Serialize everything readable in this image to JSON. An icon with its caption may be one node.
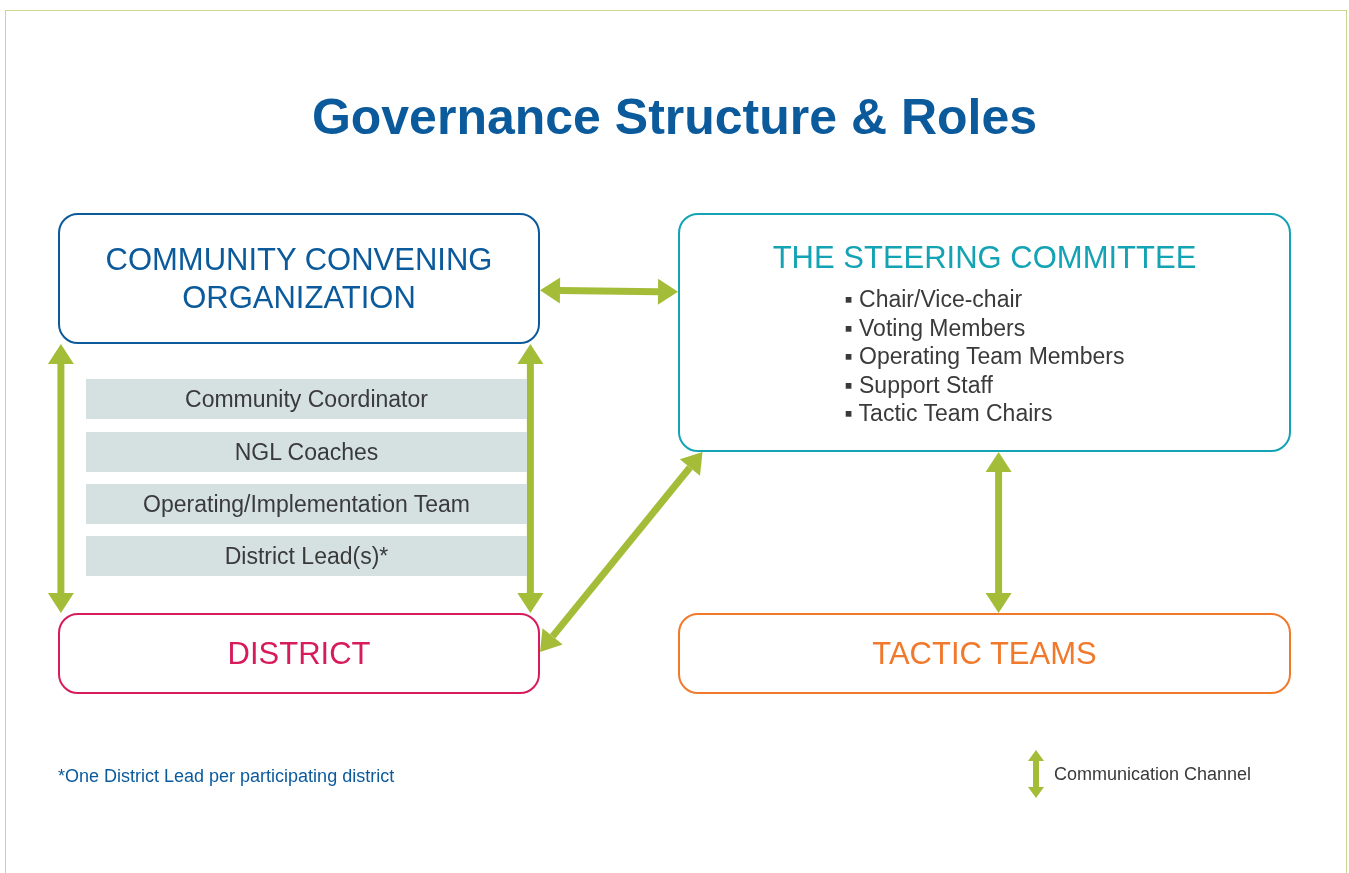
{
  "diagram": {
    "title": "Governance Structure & Roles",
    "nodes": [
      {
        "text": [
          "COMMUNITY CONVENING ORGANIZATION"
        ]
      },
      {
        "text": [
          "THE STEERING COMMITTEE",
          "▪ Chair/Vice-chair",
          "▪ Voting Members",
          "▪ Operating Team Members",
          "▪ Support Staff",
          "▪ Tactic Team Chairs"
        ]
      },
      {
        "text": [
          "Community Coordinator"
        ]
      },
      {
        "text": [
          "NGL Coaches"
        ]
      },
      {
        "text": [
          "Operating/Implementation Team"
        ]
      },
      {
        "text": [
          "District Lead(s)*"
        ]
      },
      {
        "text": [
          "DISTRICT"
        ]
      },
      {
        "text": [
          "TACTIC TEAMS"
        ]
      }
    ],
    "edges": [
      {
        "from": 0,
        "to": 1,
        "arrow": "both"
      },
      {
        "from": 0,
        "to": 6,
        "arrow": "both"
      },
      {
        "from": 0,
        "to": 6,
        "arrow": "both"
      },
      {
        "from": 6,
        "to": 1,
        "arrow": "both"
      },
      {
        "from": 1,
        "to": 7,
        "arrow": "both"
      }
    ],
    "labels": [
      "*One District Lead per participating district"
    ],
    "legend": [
      {
        "text": "Communication Channel"
      }
    ]
  }
}
